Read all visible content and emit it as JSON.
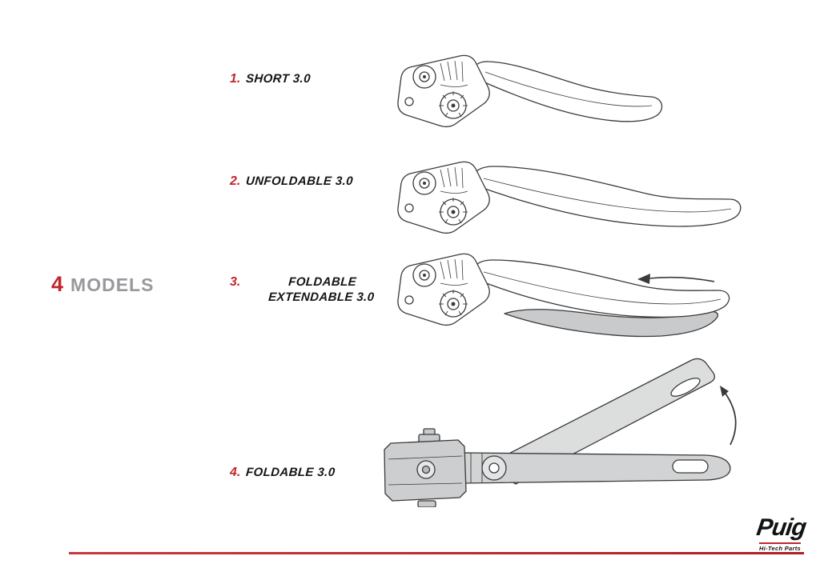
{
  "page": {
    "background": "#ffffff",
    "accent_red": "#c1272d",
    "heading_gray": "#98999d",
    "drawing_line_color": "#3a3a3a",
    "drawing_shade_color": "#c9cacb"
  },
  "heading": {
    "count": "4",
    "label": "MODELS"
  },
  "models": [
    {
      "number": "1.",
      "name": "SHORT 3.0",
      "drawing": "short-lever-drawing"
    },
    {
      "number": "2.",
      "name": "UNFOLDABLE 3.0",
      "drawing": "unfoldable-lever-drawing"
    },
    {
      "number": "3.",
      "name": "FOLDABLE EXTENDABLE 3.0",
      "drawing": "foldable-extendable-lever-drawing-with-left-extend-arrow"
    },
    {
      "number": "4.",
      "name": "FOLDABLE 3.0",
      "drawing": "foldable-lever-drawing-with-fold-up-arrow"
    }
  ],
  "footer": {
    "brand": "Puig",
    "tagline": "Hi-Tech Parts",
    "rule_color": "#c1272d"
  }
}
